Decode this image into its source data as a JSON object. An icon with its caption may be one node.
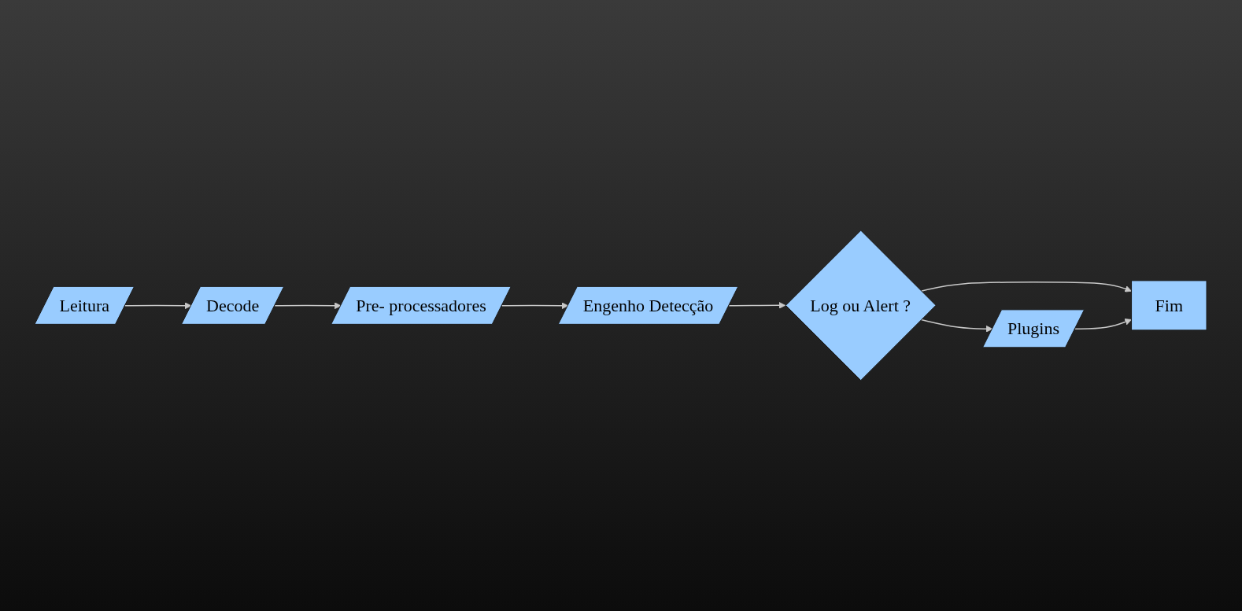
{
  "diagram": {
    "nodes": [
      {
        "text": [
          "Leitura"
        ]
      },
      {
        "text": [
          "Decode"
        ]
      },
      {
        "text": [
          "Pre- processadores"
        ]
      },
      {
        "text": [
          "Engenho Detecção"
        ]
      },
      {
        "text": [
          "Log ou Alert ?"
        ]
      },
      {
        "text": [
          "Fim"
        ]
      },
      {
        "text": [
          "Plugins"
        ]
      }
    ],
    "edges": [
      {
        "from": 0,
        "to": 1,
        "arrow": "to"
      },
      {
        "from": 1,
        "to": 2,
        "arrow": "to"
      },
      {
        "from": 2,
        "to": 3,
        "arrow": "to"
      },
      {
        "from": 3,
        "to": 4,
        "arrow": "to"
      },
      {
        "from": 4,
        "to": 5,
        "arrow": "to"
      },
      {
        "from": 4,
        "to": 6,
        "arrow": "to"
      },
      {
        "from": 6,
        "to": 5,
        "arrow": "to"
      }
    ]
  }
}
